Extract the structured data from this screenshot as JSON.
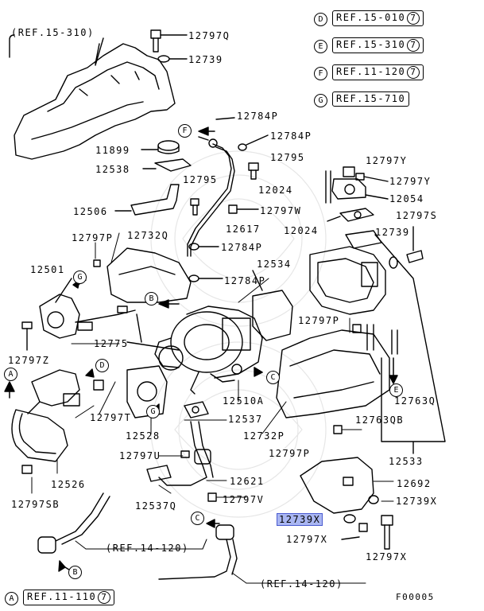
{
  "refs_top": [
    {
      "letter": "D",
      "text": "REF.15-010",
      "num": "7"
    },
    {
      "letter": "E",
      "text": "REF.15-310",
      "num": "7"
    },
    {
      "letter": "F",
      "text": "REF.11-120",
      "num": "7"
    },
    {
      "letter": "G",
      "text": "REF.15-710",
      "num": ""
    }
  ],
  "ref_bottom": {
    "letter": "A",
    "text": "REF.11-110",
    "num": "7"
  },
  "ref_15_310": "(REF.15-310)",
  "ref_14_120a": "(REF.14-120)",
  "ref_14_120b": "(REF.14-120)",
  "figure_code": "F00005",
  "parts": {
    "p12797Q": "12797Q",
    "p12739_top": "12739",
    "p12784P_a": "12784P",
    "p12784P_b": "12784P",
    "p11899": "11899",
    "p12795_a": "12795",
    "p12538": "12538",
    "p12795_b": "12795",
    "p12024_a": "12024",
    "p12797Y_a": "12797Y",
    "p12797Y_b": "12797Y",
    "p12054": "12054",
    "p12506": "12506",
    "p12797W": "12797W",
    "p12617": "12617",
    "p12024_b": "12024",
    "p12797S": "12797S",
    "p12797P_a": "12797P",
    "p12732Q": "12732Q",
    "p12739_mid": "12739",
    "p12784P_c": "12784P",
    "p12534": "12534",
    "p12501": "12501",
    "p12784P_d": "12784P",
    "p12797P_b": "12797P",
    "p12775": "12775",
    "p12797Z": "12797Z",
    "p12510A": "12510A",
    "p12763Q": "12763Q",
    "p12797T": "12797T",
    "p12537": "12537",
    "p12763QB": "12763QB",
    "p12528": "12528",
    "p12732P": "12732P",
    "p12797U": "12797U",
    "p12797P_c": "12797P",
    "p12533": "12533",
    "p12621": "12621",
    "p12526": "12526",
    "p12692": "12692",
    "p12797SB": "12797SB",
    "p12537Q": "12537Q",
    "p12797V": "12797V",
    "p12739X": "12739X",
    "p12739X_hl": "12739X",
    "p12797X_a": "12797X",
    "p12797X_b": "12797X"
  },
  "circle_letters": {
    "F": "F",
    "G1": "G",
    "G2": "G",
    "B1": "B",
    "B2": "B",
    "C1": "C",
    "C2": "C",
    "D": "D",
    "E": "E",
    "A": "A"
  }
}
